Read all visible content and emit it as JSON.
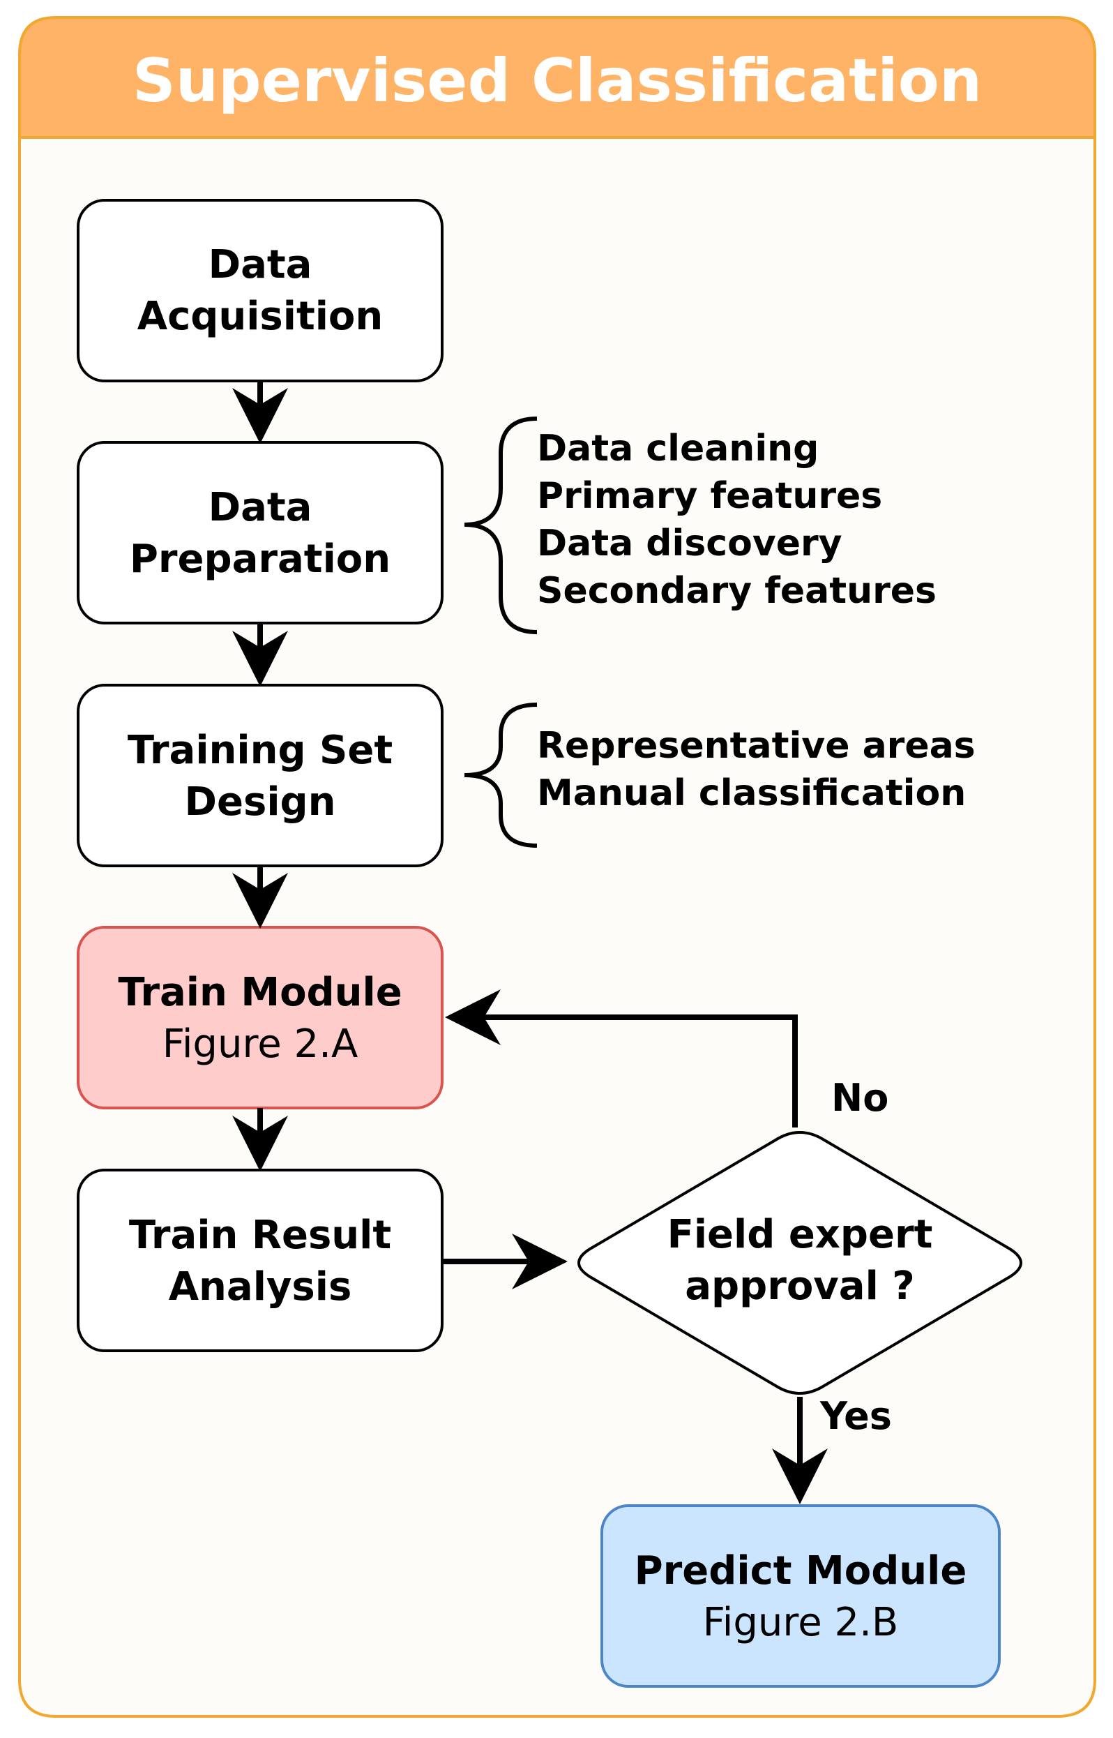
{
  "title": "Supervised Classification",
  "nodes": {
    "data_acquisition": {
      "lines": [
        "Data",
        "Acquisition"
      ]
    },
    "data_preparation": {
      "lines": [
        "Data",
        "Preparation"
      ]
    },
    "training_set_design": {
      "lines": [
        "Training Set",
        "Design"
      ]
    },
    "train_module": {
      "title": "Train Module",
      "subtitle": "Figure 2.A"
    },
    "train_result_analysis": {
      "lines": [
        "Train Result",
        "Analysis"
      ]
    },
    "field_expert_approval": {
      "lines": [
        "Field expert",
        "approval ?"
      ]
    },
    "predict_module": {
      "title": "Predict Module",
      "subtitle": "Figure 2.B"
    }
  },
  "annotations": {
    "preparation_steps": [
      "Data cleaning",
      "Primary features",
      "Data discovery",
      "Secondary features"
    ],
    "training_set_steps": [
      "Representative areas",
      "Manual classification"
    ]
  },
  "edge_labels": {
    "no": "No",
    "yes": "Yes"
  },
  "colors": {
    "header_fill": "#FFB366",
    "frame_stroke": "#F0A830",
    "panel_fill": "#FEFCF8",
    "train_fill": "#FFCCCC",
    "train_stroke": "#D9534F",
    "predict_fill": "#CCE5FF",
    "predict_stroke": "#4A86C8",
    "box_stroke": "#000000"
  }
}
